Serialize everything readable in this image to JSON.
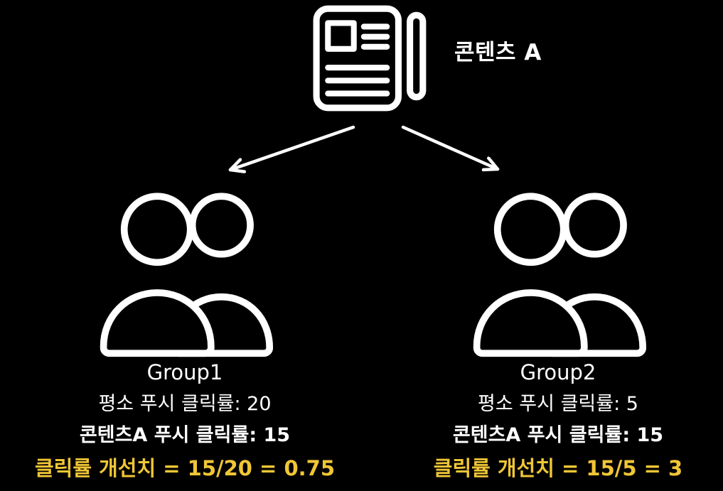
{
  "diagram": {
    "content_label": "콘텐츠 A",
    "groups": [
      {
        "name": "Group1",
        "baseline_ctr": "평소 푸시 클릭률: 20",
        "content_ctr": "콘텐츠A 푸시 클릭률: 15",
        "improvement": "클릭률 개선치 = 15/20 = 0.75"
      },
      {
        "name": "Group2",
        "baseline_ctr": "평소 푸시 클릭률: 5",
        "content_ctr": "콘텐츠A 푸시 클릭률: 15",
        "improvement": "클릭률 개선치 = 15/5 = 3"
      }
    ],
    "icons": {
      "content": "newspaper-icon",
      "group": "users-icon",
      "connector": "arrow-icon"
    },
    "colors": {
      "background": "#000000",
      "foreground": "#ffffff",
      "highlight": "#f0c636"
    }
  }
}
